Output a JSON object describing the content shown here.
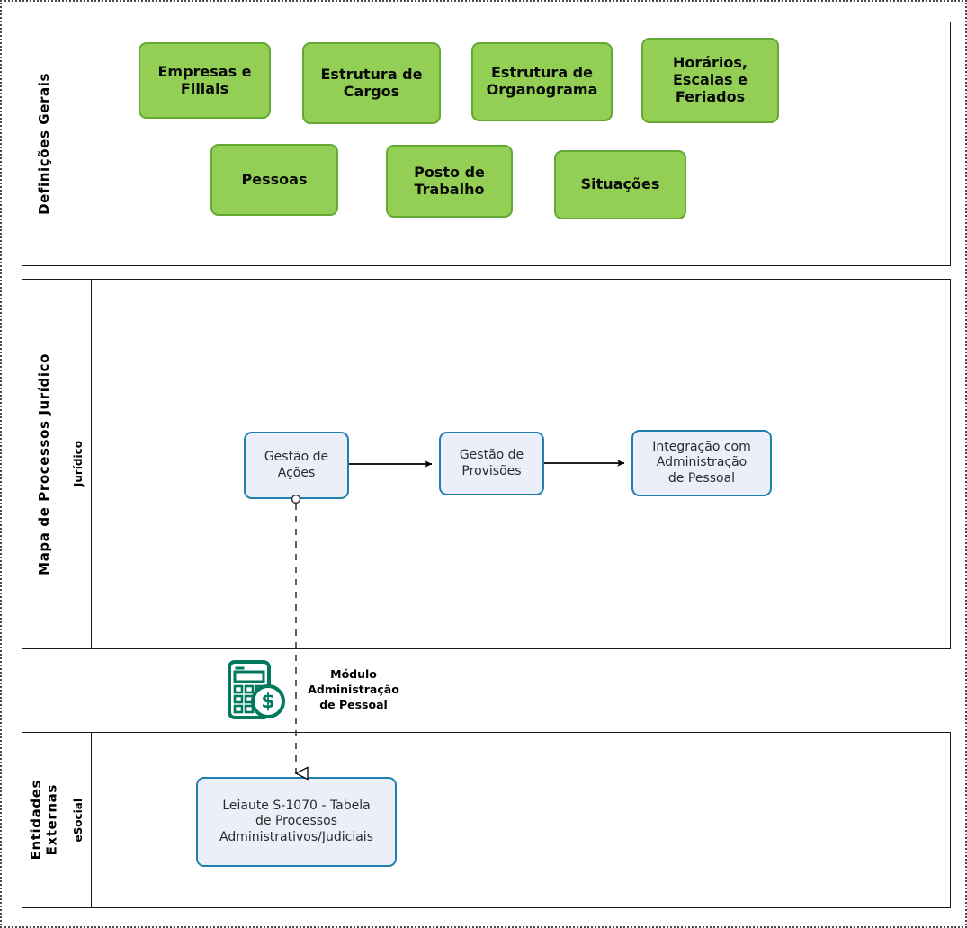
{
  "diagram": {
    "type": "swimlane-process-map",
    "colors": {
      "green_fill": "#92CF54",
      "green_border": "#63A832",
      "blue_fill": "#EAEFFA",
      "blue_border": "#1F7FAF",
      "icon_teal": "#00795C",
      "lane_border": "#1a1a1a",
      "flow_arrow": "#000000"
    }
  },
  "pools": [
    {
      "title": "Definições Gerais",
      "lanes": [],
      "rows": [
        {
          "boxes": [
            {
              "label": "Empresas e\nFiliais"
            },
            {
              "label": "Estrutura de\nCargos"
            },
            {
              "label": "Estrutura de\nOrganograma"
            },
            {
              "label": "Horários,\nEscalas e\nFeriados"
            }
          ]
        },
        {
          "boxes": [
            {
              "label": "Pessoas"
            },
            {
              "label": "Posto de\nTrabalho"
            },
            {
              "label": "Situações"
            }
          ]
        }
      ]
    },
    {
      "title": "Mapa de Processos Jurídico",
      "lanes": [
        {
          "title": "Jurídico"
        }
      ],
      "tasks": [
        {
          "label": "Gestão de\nAções"
        },
        {
          "label": "Gestão de\nProvisões"
        },
        {
          "label": "Integração com\nAdministração\nde Pessoal"
        }
      ]
    },
    {
      "title": "Entidades\nExternas",
      "lanes": [
        {
          "title": "eSocial"
        }
      ],
      "tasks": [
        {
          "label": "Leiaute S-1070 - Tabela\nde Processos\nAdministrativos/Judiciais"
        }
      ]
    }
  ],
  "annotation": {
    "icon": "calculator-money-icon",
    "label": "Módulo\nAdministração\nde Pessoal"
  }
}
